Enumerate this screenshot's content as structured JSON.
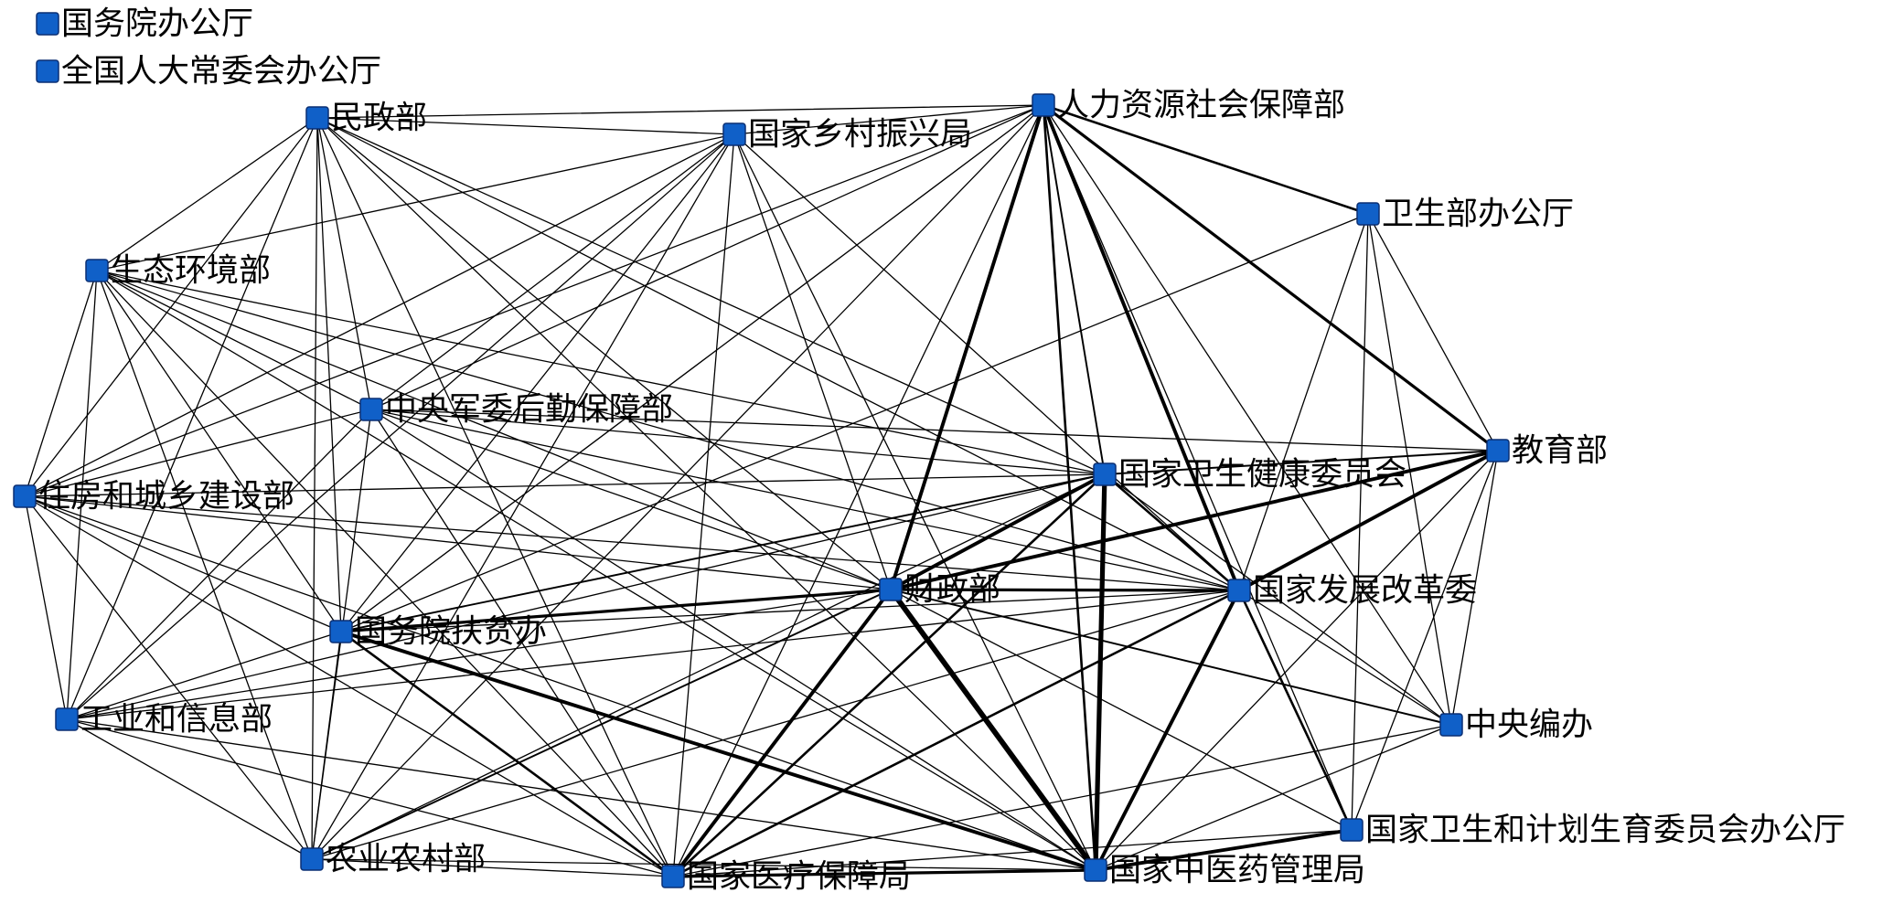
{
  "nodes": [
    {
      "id": "gwybgt",
      "label": "国务院办公厅"
    },
    {
      "id": "qgrd",
      "label": "全国人大常委会办公厅"
    },
    {
      "id": "mzb",
      "label": "民政部"
    },
    {
      "id": "xczx",
      "label": "国家乡村振兴局"
    },
    {
      "id": "rlzy",
      "label": "人力资源社会保障部"
    },
    {
      "id": "wsbgt",
      "label": "卫生部办公厅"
    },
    {
      "id": "sthj",
      "label": "生态环境部"
    },
    {
      "id": "zyjw",
      "label": "中央军委后勤保障部"
    },
    {
      "id": "wjw",
      "label": "国家卫生健康委员会"
    },
    {
      "id": "jyb",
      "label": "教育部"
    },
    {
      "id": "zfcx",
      "label": "住房和城乡建设部"
    },
    {
      "id": "czb",
      "label": "财政部"
    },
    {
      "id": "fgw",
      "label": "国家发展改革委"
    },
    {
      "id": "fpb",
      "label": "国务院扶贫办"
    },
    {
      "id": "gxb",
      "label": "工业和信息部"
    },
    {
      "id": "zybb",
      "label": "中央编办"
    },
    {
      "id": "jsw",
      "label": "国家卫生和计划生育委员会办公厅"
    },
    {
      "id": "nync",
      "label": "农业农村部"
    },
    {
      "id": "ybj",
      "label": "国家医疗保障局"
    },
    {
      "id": "zyyj",
      "label": "国家中医药管理局"
    }
  ],
  "edges": [
    {
      "source": "rlzy",
      "target": "czb",
      "weight": 3
    },
    {
      "source": "rlzy",
      "target": "wjw",
      "weight": 1.5
    },
    {
      "source": "rlzy",
      "target": "fgw",
      "weight": 3
    },
    {
      "source": "rlzy",
      "target": "zyyj",
      "weight": 2
    },
    {
      "source": "rlzy",
      "target": "jyb",
      "weight": 2.5
    },
    {
      "source": "rlzy",
      "target": "wsbgt",
      "weight": 2
    },
    {
      "source": "rlzy",
      "target": "ybj",
      "weight": 1
    },
    {
      "source": "rlzy",
      "target": "jsw",
      "weight": 1
    },
    {
      "source": "rlzy",
      "target": "zybb",
      "weight": 1
    },
    {
      "source": "rlzy",
      "target": "mzb",
      "weight": 1
    },
    {
      "source": "rlzy",
      "target": "xczx",
      "weight": 1
    },
    {
      "source": "rlzy",
      "target": "fpb",
      "weight": 1
    },
    {
      "source": "rlzy",
      "target": "nync",
      "weight": 1
    },
    {
      "source": "rlzy",
      "target": "zfcx",
      "weight": 1
    },
    {
      "source": "rlzy",
      "target": "zyjw",
      "weight": 1
    },
    {
      "source": "wjw",
      "target": "zyyj",
      "weight": 4
    },
    {
      "source": "wjw",
      "target": "czb",
      "weight": 3
    },
    {
      "source": "wjw",
      "target": "fgw",
      "weight": 2
    },
    {
      "source": "wjw",
      "target": "ybj",
      "weight": 2
    },
    {
      "source": "wjw",
      "target": "jyb",
      "weight": 1.5
    },
    {
      "source": "wjw",
      "target": "fpb",
      "weight": 1.5
    },
    {
      "source": "wjw",
      "target": "zybb",
      "weight": 1
    },
    {
      "source": "wjw",
      "target": "nync",
      "weight": 1
    },
    {
      "source": "wjw",
      "target": "zfcx",
      "weight": 1
    },
    {
      "source": "wjw",
      "target": "gxb",
      "weight": 1
    },
    {
      "source": "wjw",
      "target": "mzb",
      "weight": 1
    },
    {
      "source": "wjw",
      "target": "sthj",
      "weight": 1
    },
    {
      "source": "wjw",
      "target": "zyjw",
      "weight": 1
    },
    {
      "source": "czb",
      "target": "zyyj",
      "weight": 4.5
    },
    {
      "source": "czb",
      "target": "ybj",
      "weight": 3
    },
    {
      "source": "czb",
      "target": "fgw",
      "weight": 2.5
    },
    {
      "source": "czb",
      "target": "jyb",
      "weight": 3
    },
    {
      "source": "czb",
      "target": "fpb",
      "weight": 2.5
    },
    {
      "source": "czb",
      "target": "zybb",
      "weight": 1.5
    },
    {
      "source": "czb",
      "target": "jsw",
      "weight": 1
    },
    {
      "source": "czb",
      "target": "nync",
      "weight": 1.5
    },
    {
      "source": "czb",
      "target": "zfcx",
      "weight": 1
    },
    {
      "source": "czb",
      "target": "gxb",
      "weight": 1
    },
    {
      "source": "czb",
      "target": "mzb",
      "weight": 1
    },
    {
      "source": "czb",
      "target": "sthj",
      "weight": 1
    },
    {
      "source": "czb",
      "target": "zyjw",
      "weight": 1
    },
    {
      "source": "czb",
      "target": "xczx",
      "weight": 1
    },
    {
      "source": "fgw",
      "target": "zyyj",
      "weight": 3
    },
    {
      "source": "fgw",
      "target": "ybj",
      "weight": 2
    },
    {
      "source": "fgw",
      "target": "jyb",
      "weight": 3
    },
    {
      "source": "fgw",
      "target": "jsw",
      "weight": 2
    },
    {
      "source": "fgw",
      "target": "zybb",
      "weight": 1
    },
    {
      "source": "fgw",
      "target": "wsbgt",
      "weight": 1
    },
    {
      "source": "fgw",
      "target": "nync",
      "weight": 1
    },
    {
      "source": "fgw",
      "target": "fpb",
      "weight": 1
    },
    {
      "source": "fgw",
      "target": "gxb",
      "weight": 1
    },
    {
      "source": "fgw",
      "target": "zfcx",
      "weight": 1
    },
    {
      "source": "fgw",
      "target": "mzb",
      "weight": 1
    },
    {
      "source": "fgw",
      "target": "sthj",
      "weight": 1
    },
    {
      "source": "fgw",
      "target": "zyjw",
      "weight": 1
    },
    {
      "source": "fgw",
      "target": "xczx",
      "weight": 1
    },
    {
      "source": "zyyj",
      "target": "ybj",
      "weight": 2.5
    },
    {
      "source": "zyyj",
      "target": "jsw",
      "weight": 3
    },
    {
      "source": "zyyj",
      "target": "fpb",
      "weight": 3
    },
    {
      "source": "zyyj",
      "target": "jyb",
      "weight": 1
    },
    {
      "source": "zyyj",
      "target": "zybb",
      "weight": 1
    },
    {
      "source": "zyyj",
      "target": "nync",
      "weight": 1
    },
    {
      "source": "zyyj",
      "target": "gxb",
      "weight": 1
    },
    {
      "source": "zyyj",
      "target": "zfcx",
      "weight": 1
    },
    {
      "source": "zyyj",
      "target": "mzb",
      "weight": 1
    },
    {
      "source": "zyyj",
      "target": "sthj",
      "weight": 1
    },
    {
      "source": "zyyj",
      "target": "zyjw",
      "weight": 1
    },
    {
      "source": "zyyj",
      "target": "xczx",
      "weight": 1
    },
    {
      "source": "ybj",
      "target": "fpb",
      "weight": 2
    },
    {
      "source": "ybj",
      "target": "nync",
      "weight": 1
    },
    {
      "source": "ybj",
      "target": "jsw",
      "weight": 1
    },
    {
      "source": "ybj",
      "target": "zfcx",
      "weight": 1
    },
    {
      "source": "ybj",
      "target": "gxb",
      "weight": 1
    },
    {
      "source": "ybj",
      "target": "mzb",
      "weight": 1
    },
    {
      "source": "ybj",
      "target": "sthj",
      "weight": 1
    },
    {
      "source": "ybj",
      "target": "zyjw",
      "weight": 1
    },
    {
      "source": "ybj",
      "target": "xczx",
      "weight": 1
    },
    {
      "source": "jyb",
      "target": "wsbgt",
      "weight": 1
    },
    {
      "source": "jyb",
      "target": "zybb",
      "weight": 1
    },
    {
      "source": "jyb",
      "target": "jsw",
      "weight": 1
    },
    {
      "source": "jyb",
      "target": "zyjw",
      "weight": 1
    },
    {
      "source": "wsbgt",
      "target": "zybb",
      "weight": 1
    },
    {
      "source": "wsbgt",
      "target": "jsw",
      "weight": 1
    },
    {
      "source": "wsbgt",
      "target": "fpb",
      "weight": 1
    },
    {
      "source": "zybb",
      "target": "ybj",
      "weight": 1
    },
    {
      "source": "mzb",
      "target": "xczx",
      "weight": 1
    },
    {
      "source": "mzb",
      "target": "sthj",
      "weight": 1
    },
    {
      "source": "mzb",
      "target": "zfcx",
      "weight": 1
    },
    {
      "source": "mzb",
      "target": "nync",
      "weight": 1
    },
    {
      "source": "mzb",
      "target": "gxb",
      "weight": 1
    },
    {
      "source": "mzb",
      "target": "fpb",
      "weight": 1
    },
    {
      "source": "mzb",
      "target": "zyjw",
      "weight": 1
    },
    {
      "source": "xczx",
      "target": "sthj",
      "weight": 1
    },
    {
      "source": "xczx",
      "target": "zfcx",
      "weight": 1
    },
    {
      "source": "xczx",
      "target": "gxb",
      "weight": 1
    },
    {
      "source": "xczx",
      "target": "nync",
      "weight": 1
    },
    {
      "source": "xczx",
      "target": "fpb",
      "weight": 1
    },
    {
      "source": "xczx",
      "target": "zyjw",
      "weight": 1
    },
    {
      "source": "sthj",
      "target": "zfcx",
      "weight": 1
    },
    {
      "source": "sthj",
      "target": "gxb",
      "weight": 1
    },
    {
      "source": "sthj",
      "target": "nync",
      "weight": 1
    },
    {
      "source": "sthj",
      "target": "zyjw",
      "weight": 1
    },
    {
      "source": "sthj",
      "target": "fpb",
      "weight": 1
    },
    {
      "source": "zyjw",
      "target": "zfcx",
      "weight": 1
    },
    {
      "source": "zyjw",
      "target": "gxb",
      "weight": 1
    },
    {
      "source": "zyjw",
      "target": "nync",
      "weight": 1
    },
    {
      "source": "zfcx",
      "target": "gxb",
      "weight": 1
    },
    {
      "source": "zfcx",
      "target": "nync",
      "weight": 1
    },
    {
      "source": "zfcx",
      "target": "fpb",
      "weight": 1
    },
    {
      "source": "gxb",
      "target": "nync",
      "weight": 1
    },
    {
      "source": "gxb",
      "target": "fpb",
      "weight": 1
    },
    {
      "source": "nync",
      "target": "fpb",
      "weight": 1
    }
  ]
}
